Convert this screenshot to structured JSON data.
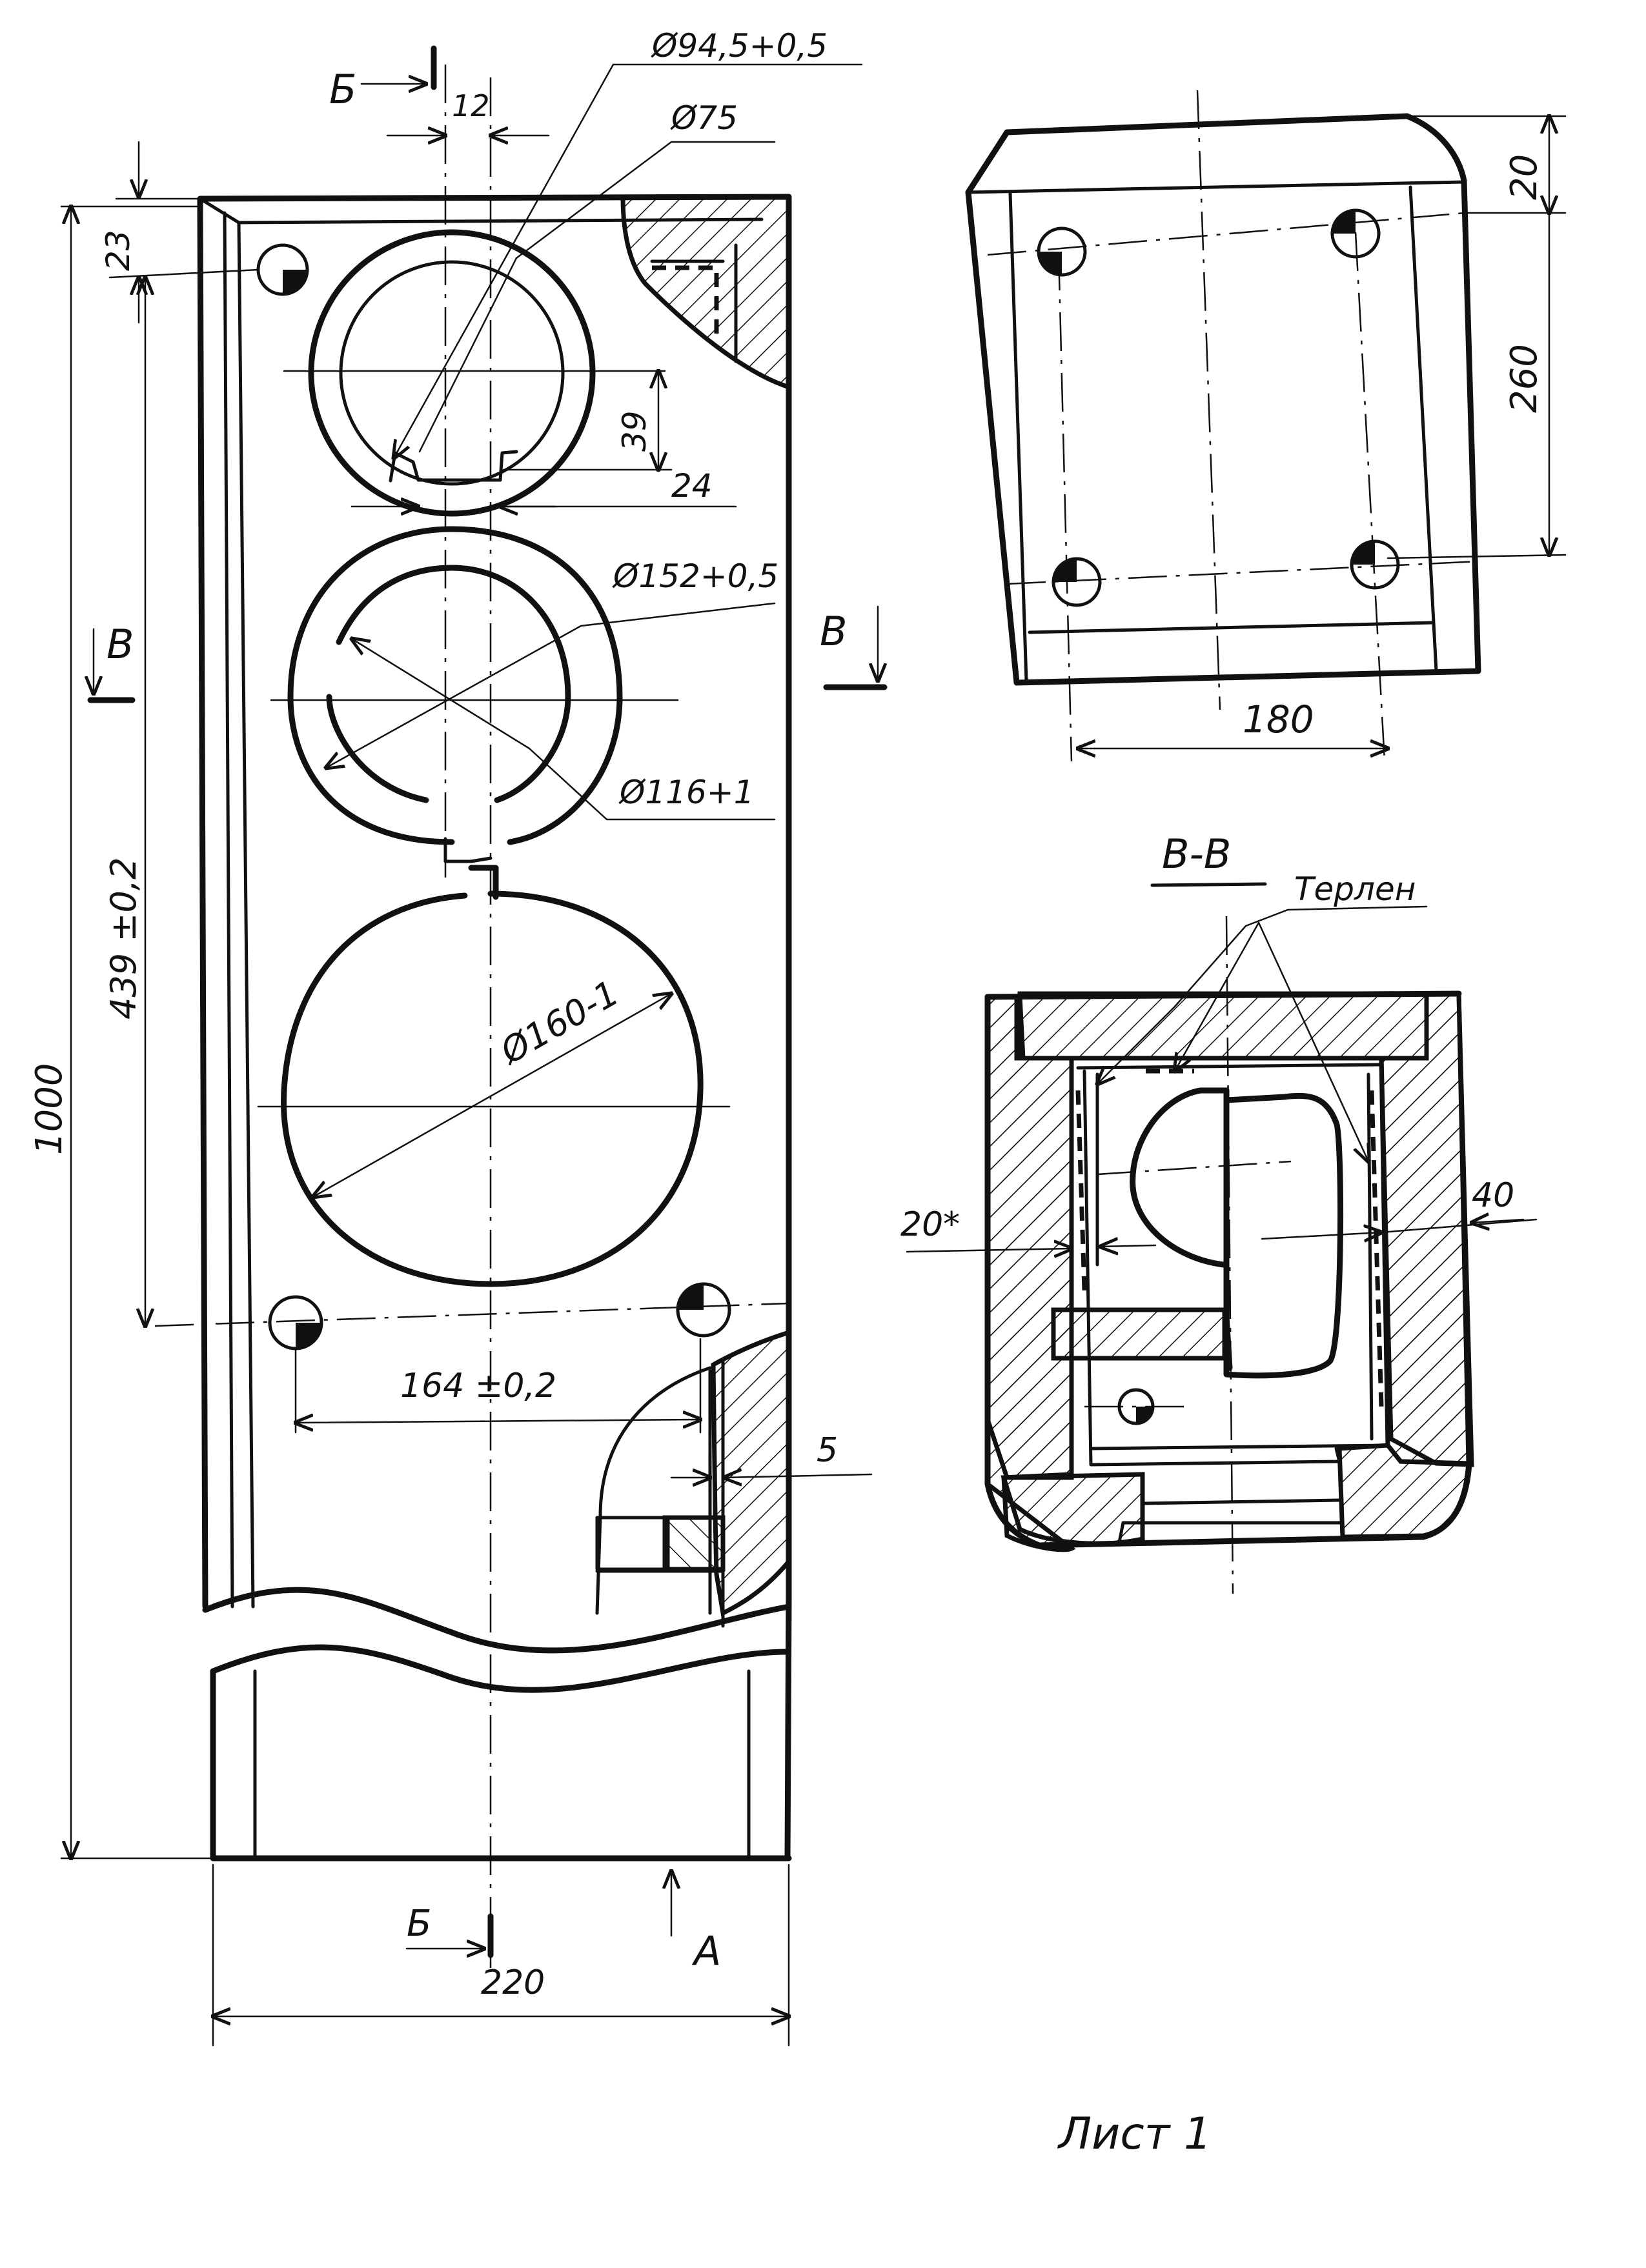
{
  "front_view": {
    "dimensions": {
      "d_hole": "Ø94,5+0,5",
      "d_75": "Ø75",
      "w12": "12",
      "h23": "23",
      "h39": "39",
      "w24": "24",
      "d152": "Ø152+0,5",
      "d116": "Ø116+1",
      "d160": "Ø160-1",
      "h1000": "1000",
      "h439": "439 ±0,2",
      "w164": "164 ±0,2",
      "w5": "5",
      "w220": "220"
    },
    "section_marks": {
      "b_top": "Б",
      "b_bottom": "Б",
      "v_left": "В",
      "v_right": "В",
      "view_a": "А"
    }
  },
  "top_view": {
    "dimensions": {
      "h20": "20",
      "h260": "260",
      "w180": "180"
    }
  },
  "section_vv": {
    "title": "В-В",
    "material_label": "Терлен",
    "dimensions": {
      "w20": "20*",
      "w40": "40"
    }
  },
  "sheet_label": "Лист 1"
}
